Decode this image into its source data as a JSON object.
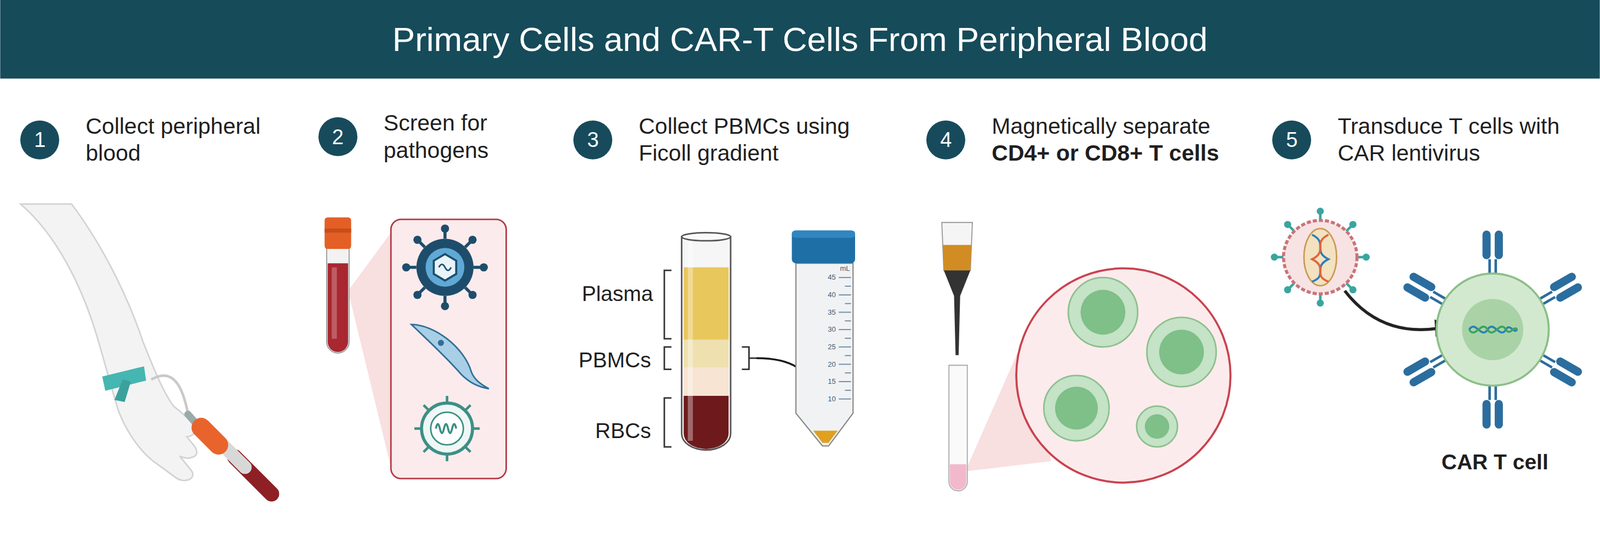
{
  "diagram": {
    "title": "Primary Cells and CAR-T Cells From Peripheral Blood",
    "nodes": [
      {
        "text": [
          "1",
          "Collect peripheral blood"
        ]
      },
      {
        "text": [
          "2",
          "Screen for pathogens"
        ]
      },
      {
        "text": [
          "3",
          "Collect PBMCs using Ficoll gradient"
        ]
      },
      {
        "text": [
          "4",
          "Magnetically separate",
          "CD4+ or CD8+ T cells"
        ]
      },
      {
        "text": [
          "5",
          "Transduce T cells with CAR lentivirus"
        ]
      }
    ],
    "labels": [
      "Plasma",
      "PBMCs",
      "RBCs",
      "mL",
      "45",
      "40",
      "35",
      "30",
      "25",
      "20",
      "15",
      "10",
      "CAR T cell"
    ]
  }
}
